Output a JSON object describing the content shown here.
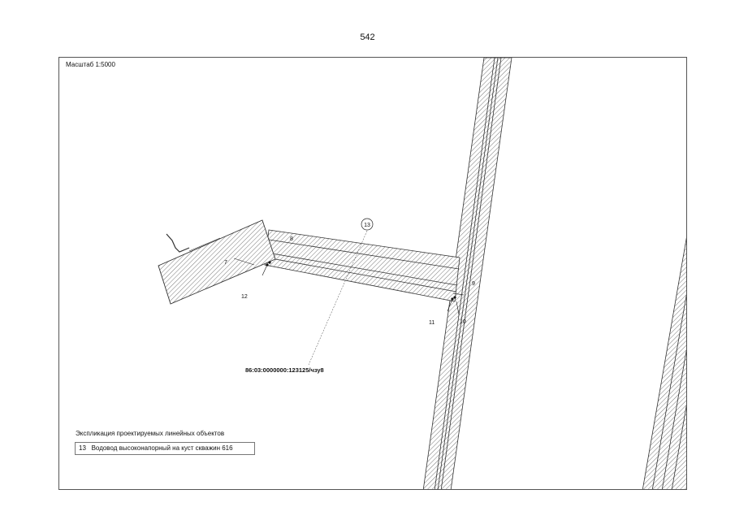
{
  "page_number": "542",
  "map": {
    "scale_label": "Масштаб 1:5000",
    "cadastral_number": "86:03:0000000:123125/чзу8",
    "callout_number": "13",
    "point_labels": {
      "p7": "7",
      "p8": "8",
      "p9": "9",
      "p10": "10",
      "p11": "11",
      "p12": "12"
    }
  },
  "legend": {
    "title": "Экспликация проектируемых линейных объектов",
    "items": [
      {
        "number": "13",
        "text": "Водовод высоконапорный на куст скважин 616"
      }
    ]
  }
}
